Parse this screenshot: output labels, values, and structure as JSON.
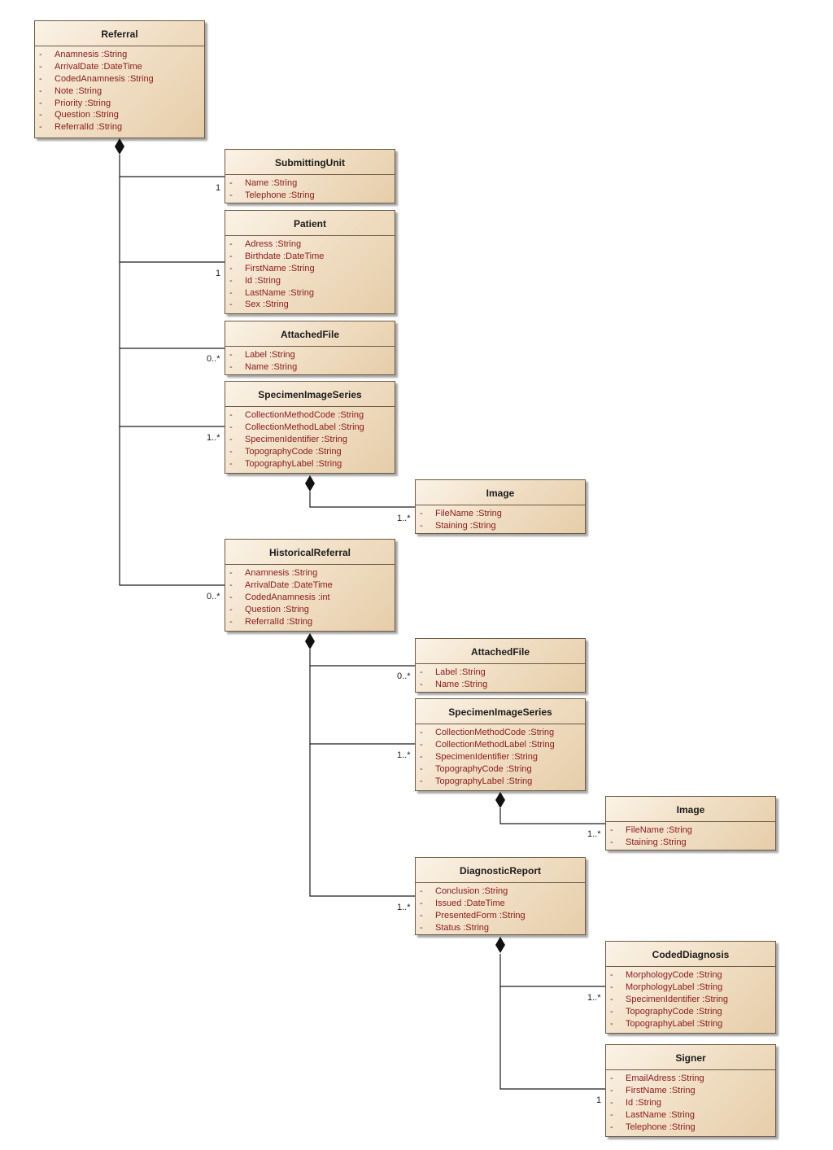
{
  "classes": {
    "referral": {
      "name": "Referral",
      "attributes": [
        "Anamnesis :String",
        "ArrivalDate :DateTime",
        "CodedAnamnesis :String",
        "Note :String",
        "Priority :String",
        "Question :String",
        "ReferralId :String"
      ]
    },
    "submitting_unit": {
      "name": "SubmittingUnit",
      "attributes": [
        "Name :String",
        "Telephone :String"
      ]
    },
    "patient": {
      "name": "Patient",
      "attributes": [
        "Adress :String",
        "Birthdate :DateTime",
        "FirstName :String",
        "Id :String",
        "LastName :String",
        "Sex :String"
      ]
    },
    "attached_file_1": {
      "name": "AttachedFile",
      "attributes": [
        "Label :String",
        "Name :String"
      ]
    },
    "specimen_image_series_1": {
      "name": "SpecimenImageSeries",
      "attributes": [
        "CollectionMethodCode :String",
        "CollectionMethodLabel :String",
        "SpecimenIdentifier :String",
        "TopographyCode :String",
        "TopographyLabel :String"
      ]
    },
    "image_1": {
      "name": "Image",
      "attributes": [
        "FileName :String",
        "Staining :String"
      ]
    },
    "historical_referral": {
      "name": "HistoricalReferral",
      "attributes": [
        "Anamnesis :String",
        "ArrivalDate :DateTime",
        "CodedAnamnesis :int",
        "Question :String",
        "ReferralId :String"
      ]
    },
    "attached_file_2": {
      "name": "AttachedFile",
      "attributes": [
        "Label :String",
        "Name :String"
      ]
    },
    "specimen_image_series_2": {
      "name": "SpecimenImageSeries",
      "attributes": [
        "CollectionMethodCode :String",
        "CollectionMethodLabel :String",
        "SpecimenIdentifier :String",
        "TopographyCode :String",
        "TopographyLabel :String"
      ]
    },
    "image_2": {
      "name": "Image",
      "attributes": [
        "FileName :String",
        "Staining :String"
      ]
    },
    "diagnostic_report": {
      "name": "DiagnosticReport",
      "attributes": [
        "Conclusion :String",
        "Issued :DateTime",
        "PresentedForm :String",
        "Status :String"
      ]
    },
    "coded_diagnosis": {
      "name": "CodedDiagnosis",
      "attributes": [
        "MorphologyCode :String",
        "MorphologyLabel :String",
        "SpecimenIdentifier :String",
        "TopographyCode :String",
        "TopographyLabel :String"
      ]
    },
    "signer": {
      "name": "Signer",
      "attributes": [
        "EmailAdress :String",
        "FirstName :String",
        "Id :String",
        "LastName :String",
        "Telephone :String"
      ]
    }
  },
  "associations": [
    {
      "from": "referral",
      "to": "submitting_unit",
      "multiplicity": "1"
    },
    {
      "from": "referral",
      "to": "patient",
      "multiplicity": "1"
    },
    {
      "from": "referral",
      "to": "attached_file_1",
      "multiplicity": "0..*"
    },
    {
      "from": "referral",
      "to": "specimen_image_series_1",
      "multiplicity": "1..*"
    },
    {
      "from": "specimen_image_series_1",
      "to": "image_1",
      "multiplicity": "1..*"
    },
    {
      "from": "referral",
      "to": "historical_referral",
      "multiplicity": "0..*"
    },
    {
      "from": "historical_referral",
      "to": "attached_file_2",
      "multiplicity": "0..*"
    },
    {
      "from": "historical_referral",
      "to": "specimen_image_series_2",
      "multiplicity": "1..*"
    },
    {
      "from": "specimen_image_series_2",
      "to": "image_2",
      "multiplicity": "1..*"
    },
    {
      "from": "historical_referral",
      "to": "diagnostic_report",
      "multiplicity": "1..*"
    },
    {
      "from": "diagnostic_report",
      "to": "coded_diagnosis",
      "multiplicity": "1..*"
    },
    {
      "from": "diagnostic_report",
      "to": "signer",
      "multiplicity": "1"
    }
  ],
  "colors": {
    "attribute_text": "#8a1a1a",
    "box_border": "#6e5a44",
    "line": "#1c1c1c"
  }
}
